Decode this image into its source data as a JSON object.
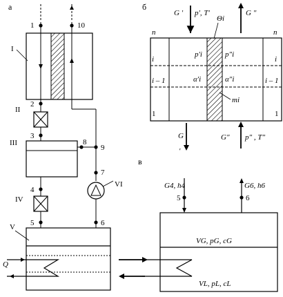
{
  "panel_labels": {
    "a": "а",
    "b": "б",
    "v": "в"
  },
  "unit_labels": [
    "I",
    "II",
    "III",
    "IV",
    "V",
    "VI"
  ],
  "node_labels": [
    "1",
    "10",
    "2",
    "3",
    "8",
    "9",
    "7",
    "4",
    "5",
    "6"
  ],
  "inputs": {
    "heat": "Q"
  },
  "panel_b": {
    "top_in": "G ′",
    "top_in_state": "p′, T′",
    "top_out": "G ″",
    "theta": "Θi",
    "row_n": "n",
    "row_i": "i",
    "row_i_minus_1": "i – 1",
    "row_1": "1",
    "p_left": "p′i",
    "p_right": "p″i",
    "alpha_left": "α′i",
    "alpha_right": "α″i",
    "m": "mi",
    "bottom_out": "G",
    "bottom_out_prime": "′",
    "bottom_in": "G″",
    "bottom_in_state": "p″ , T″"
  },
  "panel_v": {
    "in_stream": "G4, h4",
    "out_stream": "G6, h6",
    "node_in": "5",
    "node_out": "6",
    "gas_phase": "VG, pG, cG",
    "liquid_phase": "VL, pL, cL"
  }
}
